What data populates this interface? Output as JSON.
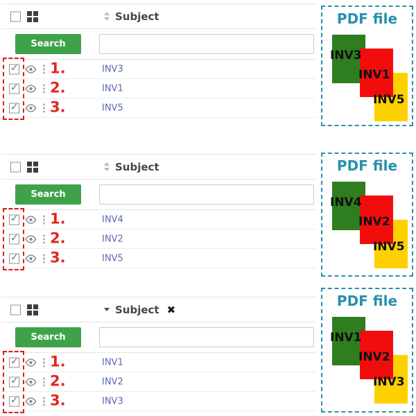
{
  "colors": {
    "button_green": "#3fa24a",
    "teal_accent": "#2791ad",
    "marker_red": "#e3251d",
    "link_blue": "#5a68ae",
    "page_green": "#2e7d1f",
    "page_red": "#f20d0d",
    "page_yellow": "#fdd100"
  },
  "icons": {
    "checkbox_check": "✓",
    "remove_sort": "✖",
    "sort_unsorted": "up-down-triangles",
    "sort_active": "down-triangle",
    "row_view": "eye",
    "row_drag": "vertical-dots",
    "grid_toggle": "2x2-squares"
  },
  "panels": [
    {
      "table": {
        "header": {
          "column_label": "Subject"
        },
        "search_button_label": "Search",
        "search_input_value": "",
        "rows": [
          {
            "marker": "1.",
            "subject": "INV3"
          },
          {
            "marker": "2.",
            "subject": "INV1"
          },
          {
            "marker": "3.",
            "subject": "INV5"
          }
        ]
      },
      "pdf_preview": {
        "title": "PDF file",
        "pages": [
          {
            "label": "INV3",
            "color": "#2e7d1f"
          },
          {
            "label": "INV1",
            "color": "#f20d0d"
          },
          {
            "label": "INV5",
            "color": "#fdd100"
          }
        ]
      }
    },
    {
      "table": {
        "header": {
          "column_label": "Subject"
        },
        "search_button_label": "Search",
        "search_input_value": "",
        "rows": [
          {
            "marker": "1.",
            "subject": "INV4"
          },
          {
            "marker": "2.",
            "subject": "INV2"
          },
          {
            "marker": "3.",
            "subject": "INV5"
          }
        ]
      },
      "pdf_preview": {
        "title": "PDF file",
        "pages": [
          {
            "label": "INV4",
            "color": "#2e7d1f"
          },
          {
            "label": "INV2",
            "color": "#f20d0d"
          },
          {
            "label": "INV5",
            "color": "#fdd100"
          }
        ]
      }
    },
    {
      "table": {
        "header": {
          "column_label": "Subject",
          "remove_icon": "✖"
        },
        "search_button_label": "Search",
        "search_input_value": "",
        "rows": [
          {
            "marker": "1.",
            "subject": "INV1"
          },
          {
            "marker": "2.",
            "subject": "INV2"
          },
          {
            "marker": "3.",
            "subject": "INV3"
          }
        ]
      },
      "pdf_preview": {
        "title": "PDF file",
        "pages": [
          {
            "label": "INV1",
            "color": "#2e7d1f"
          },
          {
            "label": "INV2",
            "color": "#f20d0d"
          },
          {
            "label": "INV3",
            "color": "#fdd100"
          }
        ]
      }
    }
  ]
}
